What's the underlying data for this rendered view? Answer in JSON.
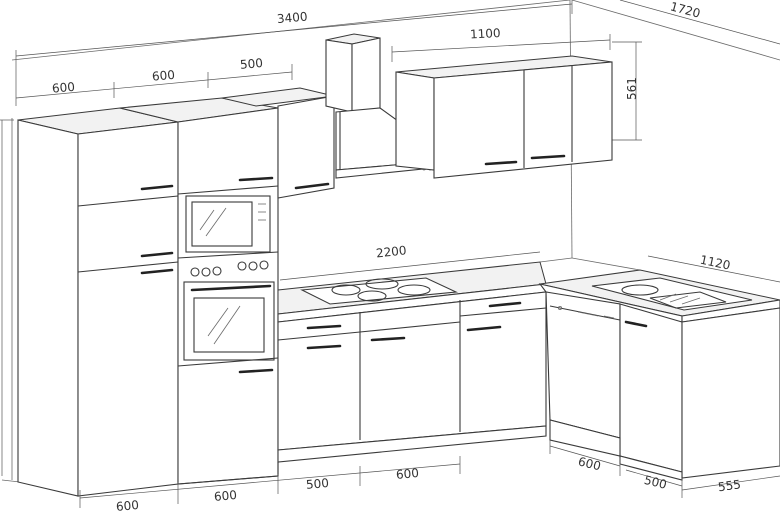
{
  "dimensions": {
    "total_width": "3400",
    "left_depth": "1720",
    "tall_unit_1": "600",
    "tall_unit_2": "600",
    "wall_cabinet_top": "500",
    "wall_cabinet_right": "1100",
    "wall_cabinet_height": "561",
    "counter_length": "2200",
    "corner_depth": "1120",
    "base_600_left": "600",
    "base_600_mid": "600",
    "base_500": "500",
    "base_600_right": "600",
    "corner_600": "600",
    "corner_500": "500",
    "corner_555": "555"
  }
}
